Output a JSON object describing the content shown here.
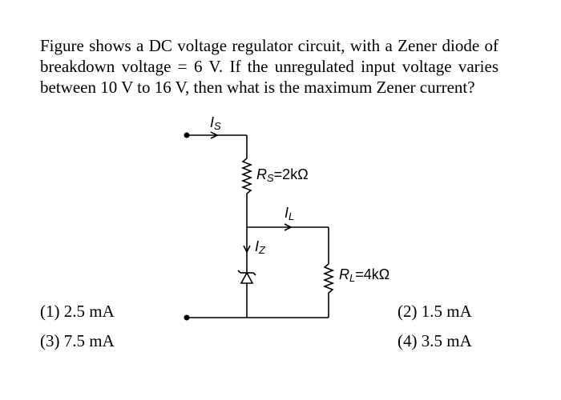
{
  "question": {
    "text": "Figure shows a DC voltage regulator circuit, with a Zener diode of breakdown voltage = 6 V. If the unregulated input voltage varies between 10 V to 16 V, then what is the maximum Zener current?"
  },
  "circuit": {
    "is_label": {
      "main": "I",
      "sub": "S"
    },
    "rs_label": {
      "main": "R",
      "sub": "S",
      "value": "=2kΩ"
    },
    "il_label": {
      "main": "I",
      "sub": "L"
    },
    "iz_label": {
      "main": "I",
      "sub": "Z"
    },
    "rl_label": {
      "main": "R",
      "sub": "L",
      "value": "=4kΩ"
    }
  },
  "options": [
    {
      "label": "(1) 2.5 mA"
    },
    {
      "label": "(2) 1.5 mA"
    },
    {
      "label": "(3) 7.5 mA"
    },
    {
      "label": "(4) 3.5 mA"
    }
  ]
}
